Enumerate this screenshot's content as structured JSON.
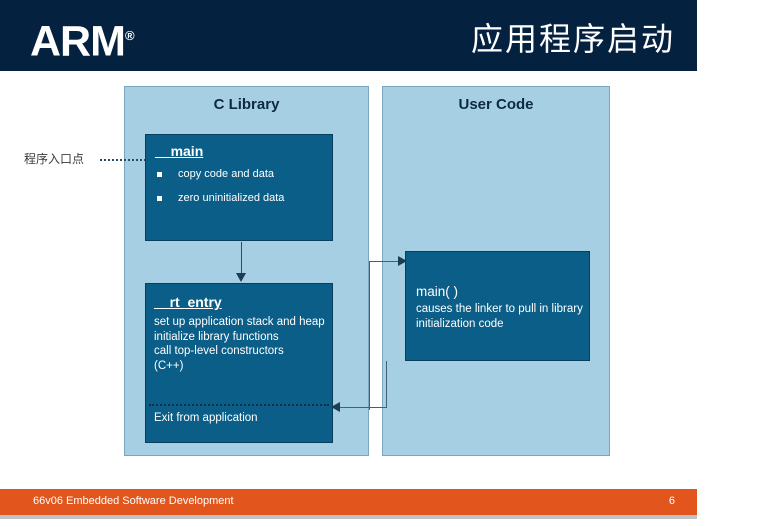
{
  "header": {
    "logo": "ARM",
    "logo_tm": "®",
    "title": "应用程序启动",
    "bg_color": "#04223f"
  },
  "diagram": {
    "panels": [
      {
        "id": "c-library",
        "title": "C Library"
      },
      {
        "id": "user-code",
        "title": "User Code"
      }
    ],
    "annotation": {
      "label": "程序入口点",
      "connector": "dotted-line-to-main"
    },
    "boxes": {
      "main": {
        "heading": "__main",
        "bullets": [
          "copy code and data",
          "zero uninitialized data"
        ]
      },
      "rt_entry": {
        "heading": "__rt_entry",
        "lines": "set up application stack and heap\ninitialize library functions\ncall top-level constructors\n(C++)",
        "exit_text": "Exit from application"
      },
      "main_func": {
        "title": "main( )",
        "text": "causes the linker to pull in library initialization code"
      }
    },
    "colors": {
      "panel_fill": "#a6cfe3",
      "panel_border": "#7aa7bf",
      "box_fill": "#0b5e87",
      "box_border": "#0a3d59",
      "connector": "#41607a"
    }
  },
  "footer": {
    "text": "66v06 Embedded Software Development",
    "page": "6",
    "bg_color": "#e2561d"
  }
}
